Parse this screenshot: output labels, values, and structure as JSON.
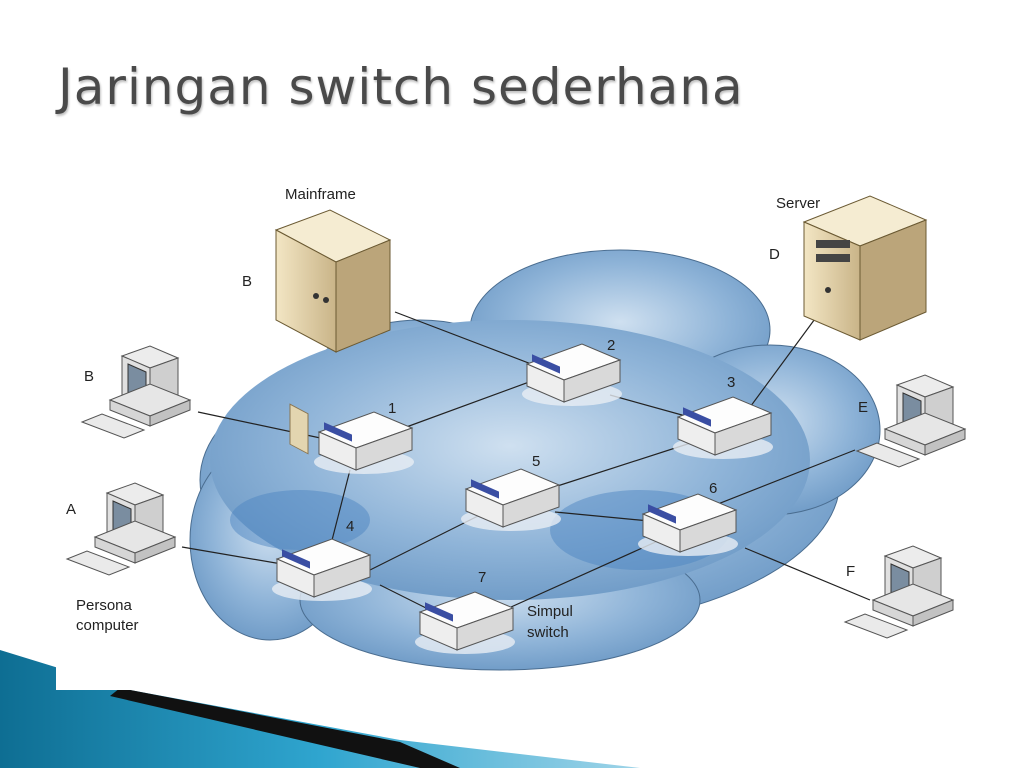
{
  "slide": {
    "title": "Jaringan switch sederhana"
  },
  "diagram": {
    "labels": {
      "mainframe": "Mainframe",
      "server": "Server",
      "personal_computer_line1": "Persona",
      "personal_computer_line2": "computer",
      "node_switch_line1": "Simpul",
      "node_switch_line2": "switch"
    },
    "stations": {
      "b_mainframe": "B",
      "b_pc": "B",
      "a": "A",
      "d": "D",
      "e": "E",
      "f": "F"
    },
    "switches": {
      "s1": "1",
      "s2": "2",
      "s3": "3",
      "s4": "4",
      "s5": "5",
      "s6": "6",
      "s7": "7"
    }
  },
  "colors": {
    "cloud": "#8ab0d4",
    "accent_band": "#1b8fb8",
    "switch_port": "#3a4ea3"
  }
}
